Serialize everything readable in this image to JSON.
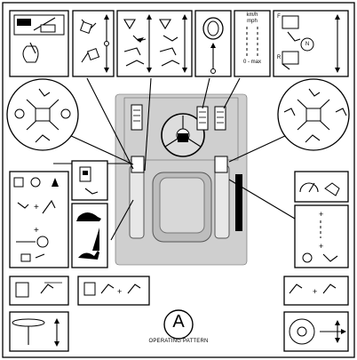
{
  "diagram": {
    "badge_letter": "A",
    "caption": "OPERATING PATTERN",
    "speed_unit_primary": "km/h",
    "speed_unit_secondary": "mph",
    "speed_range": "0 - max",
    "shift_labels": [
      "F",
      "N",
      "R"
    ]
  },
  "colors": {
    "ink": "#000000",
    "paper": "#ffffff",
    "machine_gray": "#cfcfcf"
  }
}
